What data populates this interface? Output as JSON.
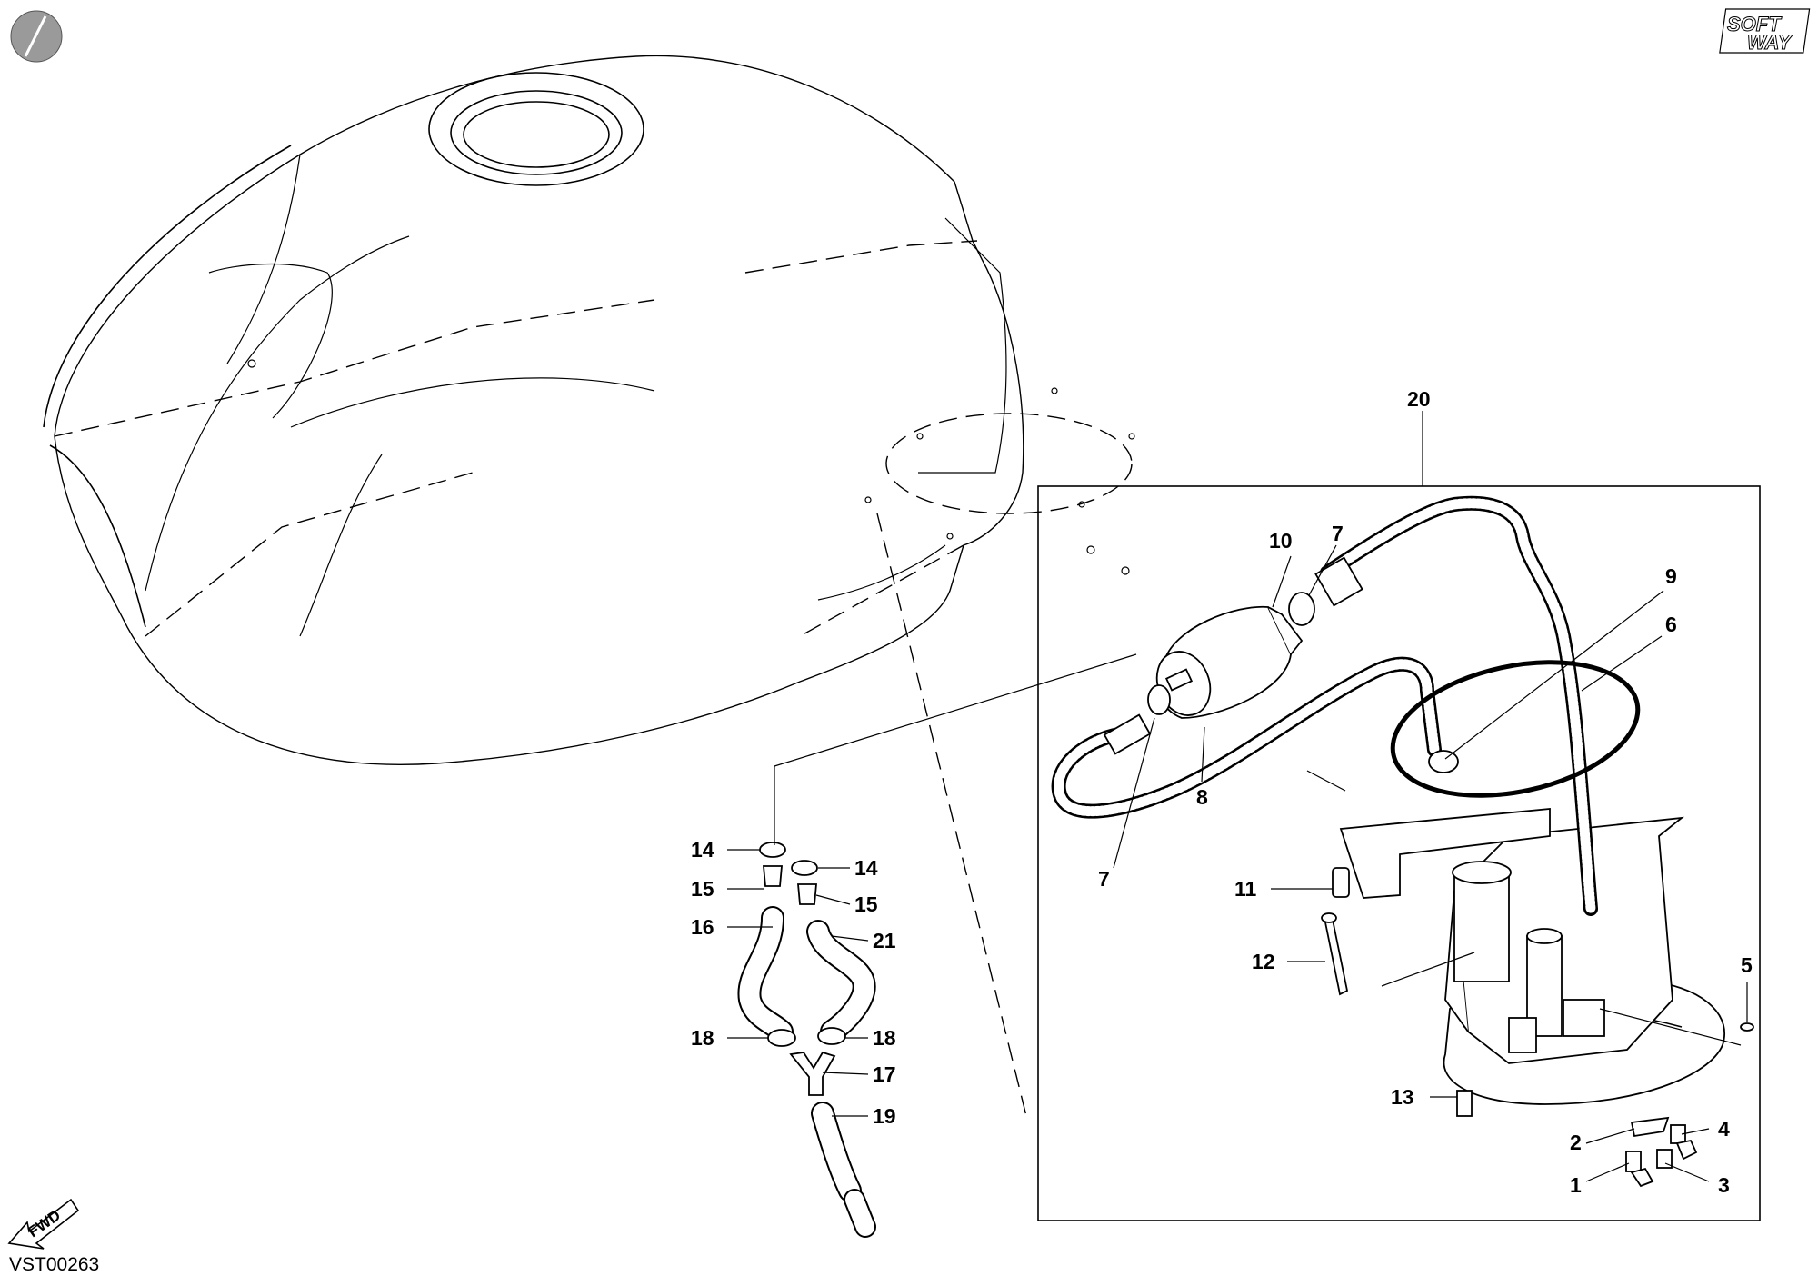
{
  "diagram": {
    "drawing_code": "VST00263",
    "brand_logo_text": [
      "SOFT",
      "WAY"
    ],
    "direction_marker": "FWD",
    "callouts": [
      "1",
      "2",
      "3",
      "4",
      "5",
      "6",
      "7",
      "7",
      "8",
      "9",
      "10",
      "11",
      "12",
      "13",
      "14",
      "14",
      "15",
      "15",
      "16",
      "17",
      "18",
      "18",
      "19",
      "20",
      "21"
    ]
  }
}
